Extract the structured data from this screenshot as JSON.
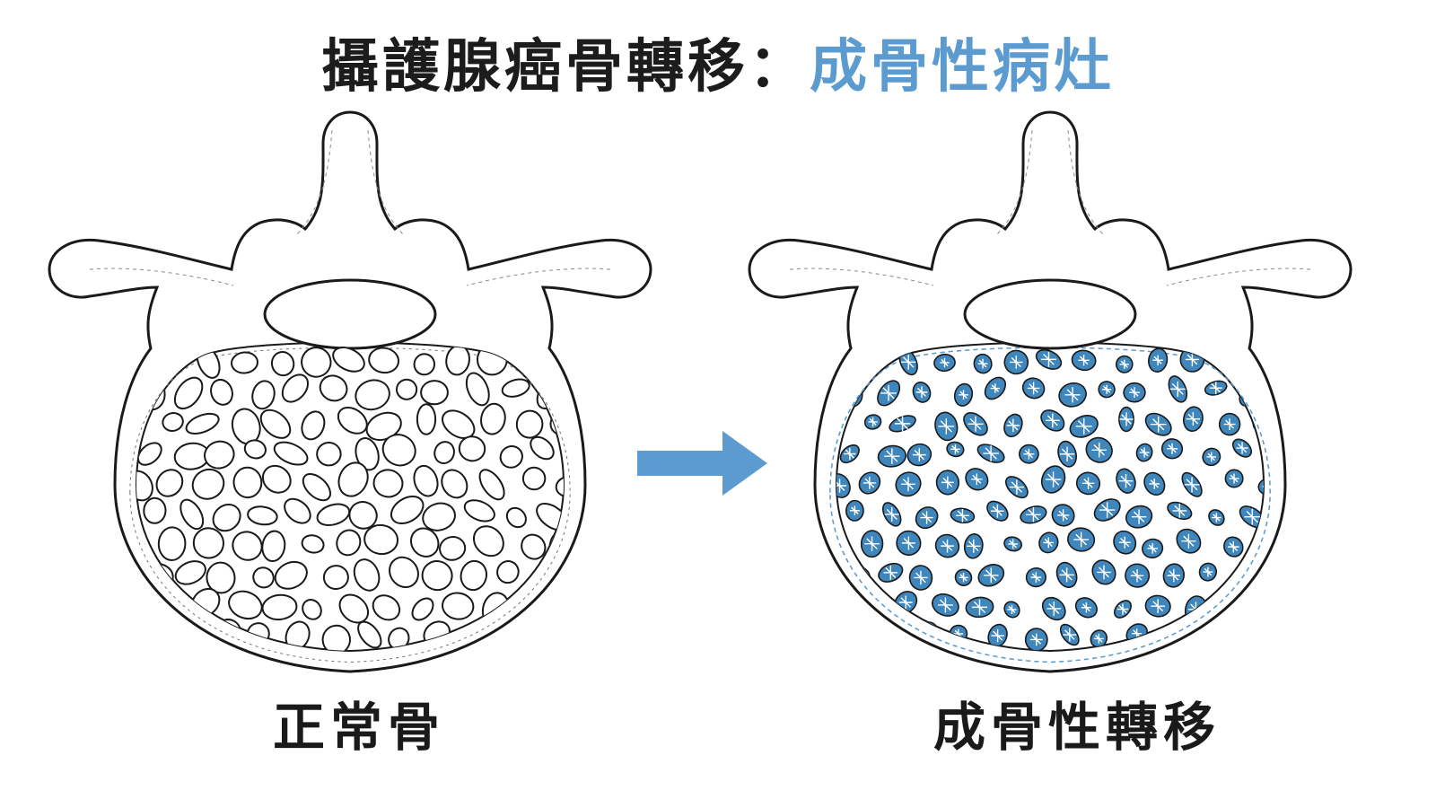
{
  "title": {
    "prefix": "攝護腺癌骨轉移：",
    "highlight": "成骨性病灶"
  },
  "panels": [
    {
      "label": "正常骨",
      "variant": "normal"
    },
    {
      "label": "成骨性轉移",
      "variant": "osteoblastic"
    }
  ],
  "colors": {
    "title_text": "#1c1c1c",
    "accent_blue": "#5b9bd0",
    "lesion_fill": "#3f86bd",
    "outline": "#1a1a1a",
    "bone_fill": "#ffffff"
  },
  "icons": {
    "transition": "arrow-right-icon"
  }
}
